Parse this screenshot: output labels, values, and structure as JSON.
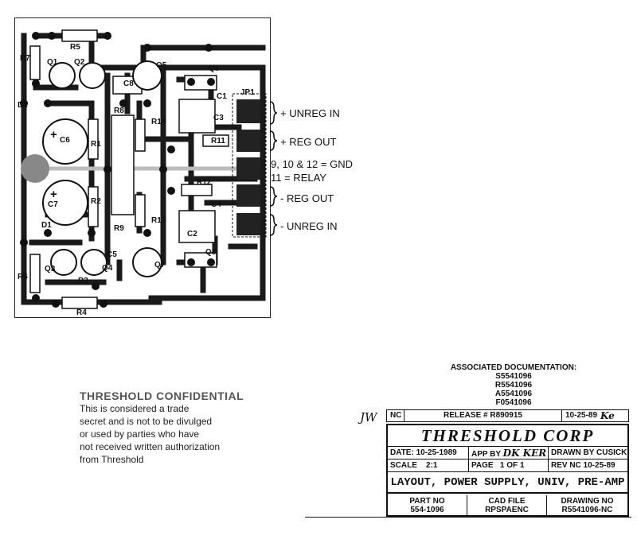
{
  "board": {
    "components": {
      "R5": "R5",
      "R7": "R7",
      "Q1": "Q1",
      "Q2": "Q2",
      "Q5": "Q5",
      "Q6": "Q6",
      "C8": "C8",
      "D2": "D2",
      "C6": "C6",
      "R1": "R1",
      "R8": "R8",
      "R14": "R14",
      "C1": "C1",
      "C3": "C3",
      "R11": "R11",
      "JP1": "JP1",
      "R12": "R12",
      "C4": "C4",
      "C7": "C7",
      "R2": "R2",
      "R9": "R9",
      "R13": "R13",
      "C2": "C2",
      "D1": "D1",
      "C5": "C5",
      "Q8": "Q8",
      "Q7": "Q7",
      "Q3": "Q3",
      "Q4": "Q4",
      "R6": "R6",
      "R3": "R3",
      "R4": "R4",
      "plus1": "+",
      "plus2": "+"
    },
    "connectors": [
      {
        "label": "+ UNREG IN"
      },
      {
        "label": "+ REG OUT"
      },
      {
        "label": "9, 10 & 12 = GND"
      },
      {
        "label": "11 = RELAY"
      },
      {
        "label": "- REG OUT"
      },
      {
        "label": "- UNREG IN"
      }
    ]
  },
  "confidential": {
    "title": "THRESHOLD CONFIDENTIAL",
    "lines": [
      "This is considered a trade",
      "secret and is not to be divulged",
      "or used by parties who have",
      "not received written authorization",
      "from Threshold"
    ]
  },
  "associated_docs": {
    "heading": "ASSOCIATED DOCUMENTATION:",
    "items": [
      "S5541096",
      "R5541096",
      "A5541096",
      "F0541096"
    ]
  },
  "title_block": {
    "rev": "NC",
    "release": "RELEASE # R890915",
    "release_date": "10-25-89",
    "release_sig": "Ke",
    "left_sig": "JW",
    "company": "THRESHOLD CORP",
    "date": "DATE: 10-25-1989",
    "app_by": "APP BY",
    "app_sig": "DK KER",
    "drawn_by": "DRAWN BY CUSICK",
    "scale": "SCALE    2:1",
    "page": "PAGE   1 OF 1",
    "rev_nc": "REV NC 10-25-89",
    "title": "LAYOUT, POWER SUPPLY, UNIV, PRE-AMP",
    "part_no_label": "PART NO",
    "part_no": "554-1096",
    "cad_file_label": "CAD FILE",
    "cad_file": "RPSPAENC",
    "drawing_no_label": "DRAWING NO",
    "drawing_no": "R5541096-NC"
  }
}
